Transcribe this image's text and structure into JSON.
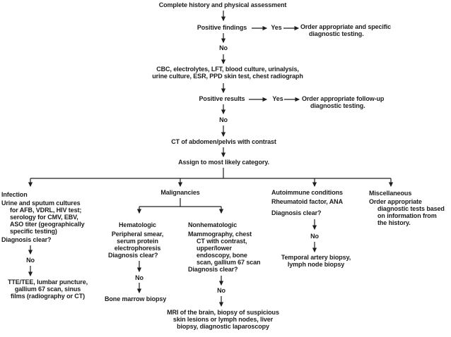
{
  "flow": {
    "root": "Complete history and physical assessment",
    "positive_findings": "Positive findings",
    "yes1": "Yes",
    "order_specific": [
      "Order appropriate and specific",
      "diagnostic testing."
    ],
    "no1": "No",
    "labs": [
      "CBC, electrolytes, LFT, blood culture, urinalysis,",
      "urine culture, ESR, PPD skin test, chest radiograph"
    ],
    "positive_results": "Positive results",
    "yes2": "Yes",
    "order_followup": [
      "Order appropriate follow-up",
      "diagnostic testing."
    ],
    "no2": "No",
    "ct_scan": "CT of abdomen/pelvis with contrast",
    "assign": "Assign to most likely category."
  },
  "infection": {
    "title": "Infection",
    "tests": [
      "Urine and sputum cultures",
      "for AFB, VDRL, HIV test;",
      "serology for CMV, EBV,",
      "ASO titer (geographically",
      "specific testing)"
    ],
    "question": "Diagnosis clear?",
    "no": "No",
    "next": [
      "TTE/TEE, lumbar puncture,",
      "gallium 67 scan, sinus",
      "films (radiography or CT)"
    ]
  },
  "malignancies": {
    "title": "Malignancies",
    "hematologic": {
      "title": "Hematologic",
      "tests": [
        "Peripheral smear,",
        "serum protein",
        "electrophoresis"
      ],
      "question": "Diagnosis clear?",
      "no": "No",
      "next": "Bone marrow biopsy"
    },
    "nonhematologic": {
      "title": "Nonhematologic",
      "tests": [
        "Mammography, chest",
        "CT with contrast,",
        "upper/lower",
        "endoscopy, bone",
        "scan, gallium 67 scan"
      ],
      "question": "Diagnosis clear?",
      "no": "No",
      "next": [
        "MRI of the brain, biopsy of suspicious",
        "skin lesions or lymph nodes, liver",
        "biopsy, diagnostic laparoscopy"
      ]
    }
  },
  "autoimmune": {
    "title": "Autoimmune conditions",
    "tests": "Rheumatoid factor, ANA",
    "question": "Diagnosis clear?",
    "no": "No",
    "next": [
      "Temporal artery biopsy,",
      "lymph node biopsy"
    ]
  },
  "miscellaneous": {
    "title": "Miscellaneous",
    "tests": [
      "Order appropriate",
      "diagnostic tests based",
      "on information from",
      "the history."
    ]
  },
  "colors": {
    "line": "#1f1f1f",
    "text": "#1c1c1c",
    "background": "#ffffff"
  }
}
